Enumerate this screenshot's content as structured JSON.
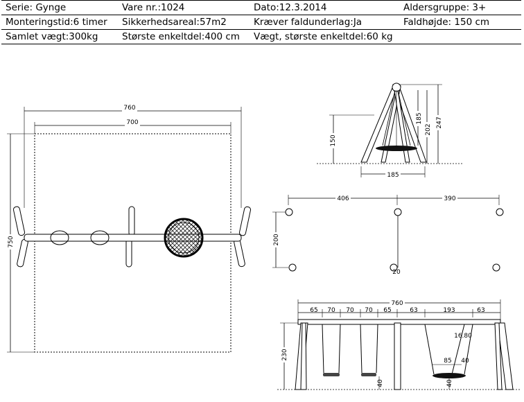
{
  "info": {
    "row1": [
      "Serie: Gynge",
      "Vare nr.:1024",
      "Dato:12.3.2014",
      "Aldersgruppe: 3+"
    ],
    "row2": [
      "Monteringstid:6 timer",
      "Sikkerhedsareal:57m2",
      "Kræver faldunderlag:Ja",
      "Faldhøjde: 150 cm"
    ],
    "row3": [
      "Samlet vægt:300kg",
      "Største enkeltdel:400 cm",
      "Vægt, største enkeltdel:60 kg",
      ""
    ]
  },
  "plan": {
    "outer_width": "760",
    "inner_width": "700",
    "depth": "750"
  },
  "side": {
    "height_150": "150",
    "height_185": "185",
    "height_202": "202",
    "height_247": "247",
    "base_185": "185"
  },
  "footprint": {
    "span_left": "406",
    "span_right": "390",
    "depth": "200",
    "post": "20"
  },
  "front": {
    "total": "760",
    "segments": [
      "65",
      "70",
      "70",
      "70",
      "65",
      "63",
      "193",
      "63"
    ],
    "height": "230",
    "seat_gap_1": "40",
    "seat_gap_2": "40",
    "nest_width": "85",
    "nest_label_1": "40",
    "nest_label_2": "16.80"
  }
}
